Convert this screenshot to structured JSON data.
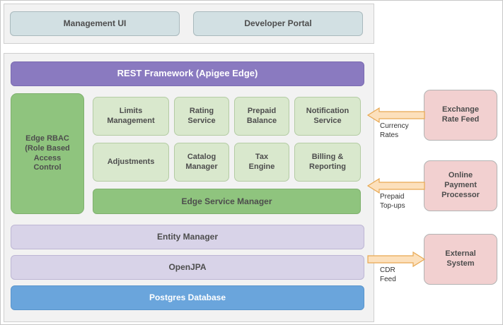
{
  "diagram": {
    "client_tier": {
      "items": [
        {
          "label": "Management UI"
        },
        {
          "label": "Developer Portal"
        }
      ]
    },
    "platform": {
      "rest_framework": {
        "label": "REST Framework (Apigee Edge)"
      },
      "rbac": {
        "label": "Edge RBAC\n(Role Based\nAccess\nControl"
      },
      "services_row_1": [
        {
          "label": "Limits\nManagement"
        },
        {
          "label": "Rating\nService"
        },
        {
          "label": "Prepaid\nBalance"
        },
        {
          "label": "Notification\nService"
        }
      ],
      "services_row_2": [
        {
          "label": "Adjustments"
        },
        {
          "label": "Catalog\nManager"
        },
        {
          "label": "Tax\nEngine"
        },
        {
          "label": "Billing &\nReporting"
        }
      ],
      "service_manager": {
        "label": "Edge Service Manager"
      },
      "entity_manager": {
        "label": "Entity Manager"
      },
      "openjpa": {
        "label": "OpenJPA"
      },
      "database": {
        "label": "Postgres Database"
      }
    },
    "external_systems": [
      {
        "label": "Exchange\nRate Feed"
      },
      {
        "label": "Online\nPayment\nProcessor"
      },
      {
        "label": "External\nSystem"
      }
    ],
    "flows": [
      {
        "label": "Currency\nRates",
        "direction": "inbound"
      },
      {
        "label": "Prepaid\nTop-ups",
        "direction": "inbound"
      },
      {
        "label": "CDR\nFeed",
        "direction": "outbound"
      }
    ],
    "colors": {
      "client_box": "#d2e0e3",
      "rest_framework": "#8a7ac0",
      "rbac": "#8fc47e",
      "service_box": "#d9e8cd",
      "service_manager": "#8fc47e",
      "persistence": "#d8d3e8",
      "database": "#6aa5dc",
      "external": "#f2d0d0",
      "arrow_fill": "#fce0bc",
      "arrow_stroke": "#e8a852",
      "panel_bg": "#f2f2f2"
    }
  }
}
